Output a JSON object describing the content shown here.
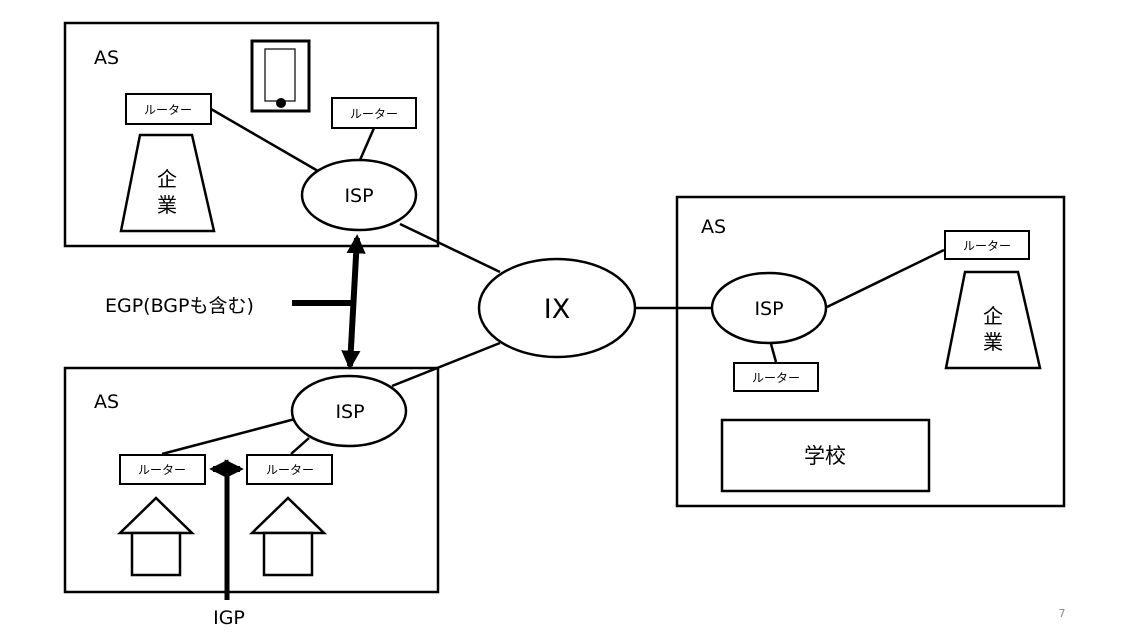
{
  "as_top_left": {
    "label": "AS",
    "router1": "ルーター",
    "router2": "ルーター",
    "isp": "ISP",
    "enterprise_line1": "企",
    "enterprise_line2": "業"
  },
  "as_bottom_left": {
    "label": "AS",
    "isp": "ISP",
    "router1": "ルーター",
    "router2": "ルーター"
  },
  "as_right": {
    "label": "AS",
    "isp": "ISP",
    "router1": "ルーター",
    "router2": "ルーター",
    "enterprise_line1": "企",
    "enterprise_line2": "業",
    "school": "学校"
  },
  "ix": {
    "label": "IX"
  },
  "egp_label": "EGP(BGPも含む)",
  "igp_label": "IGP",
  "page_number": "7"
}
